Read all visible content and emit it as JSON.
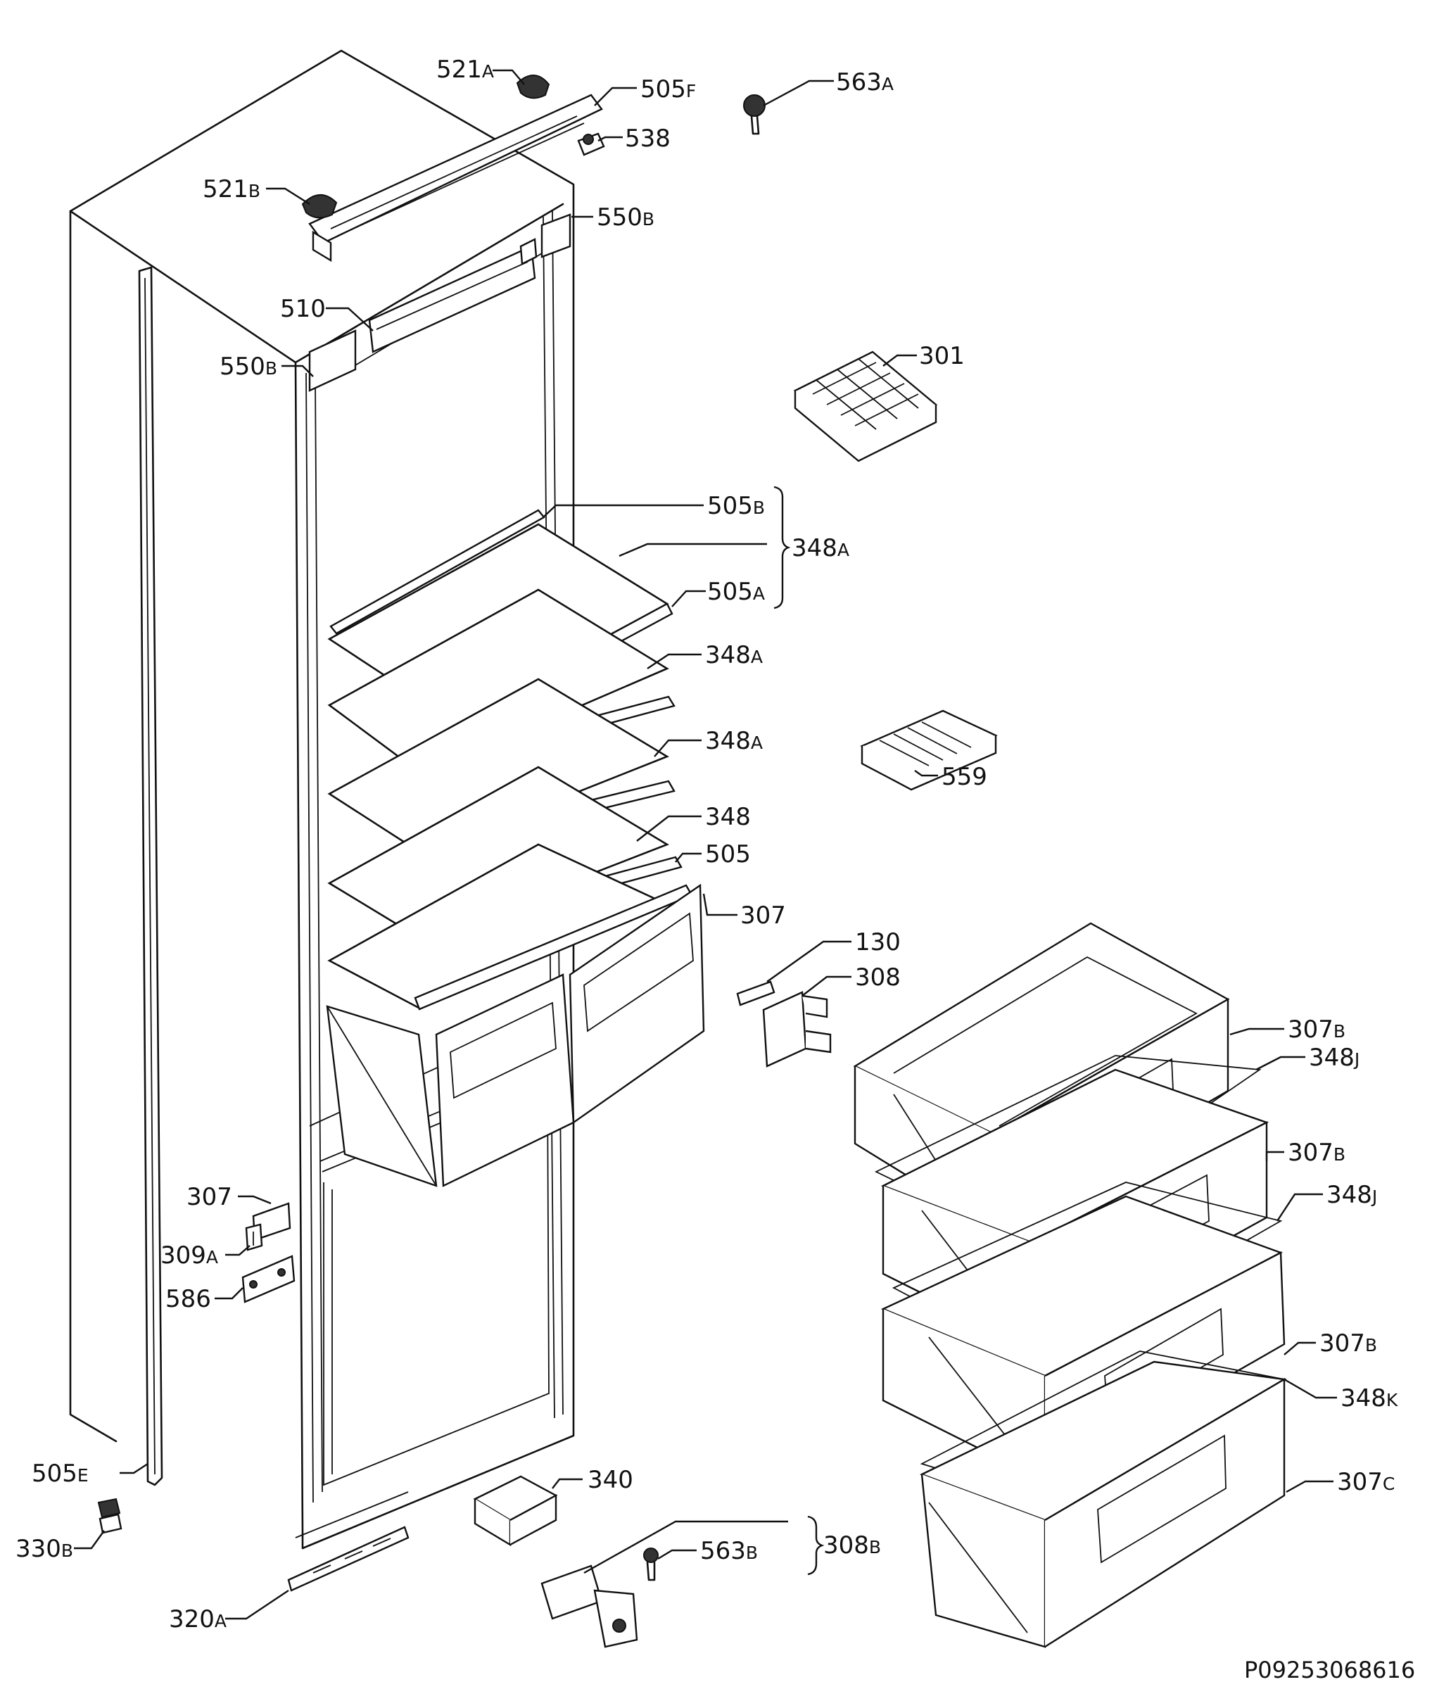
{
  "labels": {
    "l_521A": {
      "num": "521",
      "suf": "A"
    },
    "l_505F": {
      "num": "505",
      "suf": "F"
    },
    "l_563A": {
      "num": "563",
      "suf": "A"
    },
    "l_538": {
      "num": "538",
      "suf": ""
    },
    "l_521B": {
      "num": "521",
      "suf": "B"
    },
    "l_550B_top": {
      "num": "550",
      "suf": "B"
    },
    "l_510": {
      "num": "510",
      "suf": ""
    },
    "l_550B_left": {
      "num": "550",
      "suf": "B"
    },
    "l_301": {
      "num": "301",
      "suf": ""
    },
    "l_505B": {
      "num": "505",
      "suf": "B"
    },
    "l_348A_group": {
      "num": "348",
      "suf": "A"
    },
    "l_505A": {
      "num": "505",
      "suf": "A"
    },
    "l_348A_2": {
      "num": "348",
      "suf": "A"
    },
    "l_348A_3": {
      "num": "348",
      "suf": "A"
    },
    "l_559": {
      "num": "559",
      "suf": ""
    },
    "l_348": {
      "num": "348",
      "suf": ""
    },
    "l_505": {
      "num": "505",
      "suf": ""
    },
    "l_307_right": {
      "num": "307",
      "suf": ""
    },
    "l_130": {
      "num": "130",
      "suf": ""
    },
    "l_308": {
      "num": "308",
      "suf": ""
    },
    "l_307B_1": {
      "num": "307",
      "suf": "B"
    },
    "l_348J_1": {
      "num": "348",
      "suf": "J"
    },
    "l_307_left": {
      "num": "307",
      "suf": ""
    },
    "l_307B_2": {
      "num": "307",
      "suf": "B"
    },
    "l_348J_2": {
      "num": "348",
      "suf": "J"
    },
    "l_309A": {
      "num": "309",
      "suf": "A"
    },
    "l_586": {
      "num": "586",
      "suf": ""
    },
    "l_307B_3": {
      "num": "307",
      "suf": "B"
    },
    "l_348K": {
      "num": "348",
      "suf": "K"
    },
    "l_505E": {
      "num": "505",
      "suf": "E"
    },
    "l_307C": {
      "num": "307",
      "suf": "C"
    },
    "l_340": {
      "num": "340",
      "suf": ""
    },
    "l_330B": {
      "num": "330",
      "suf": "B"
    },
    "l_563B": {
      "num": "563",
      "suf": "B"
    },
    "l_308B": {
      "num": "308",
      "suf": "B"
    },
    "l_320A": {
      "num": "320",
      "suf": "A"
    }
  },
  "drawing_code": "P09253068616"
}
